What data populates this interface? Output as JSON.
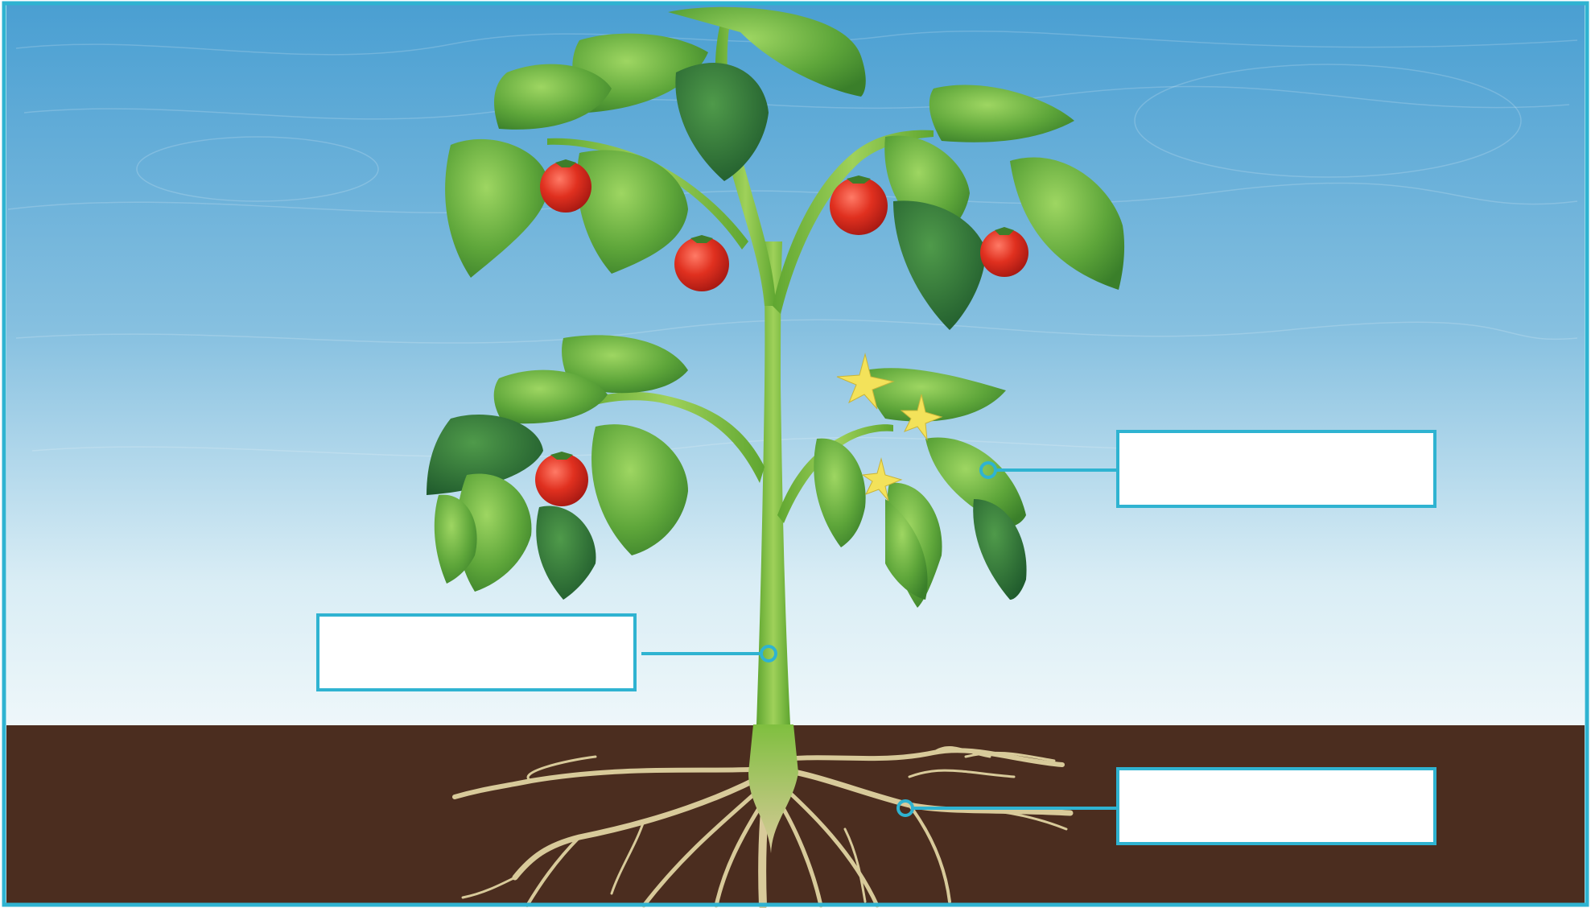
{
  "diagram": {
    "type": "plant-parts-labeling",
    "colors": {
      "frame": "#2fb3d1",
      "sky_top": "#4a9fd2",
      "sky_bottom": "#e8f4f8",
      "soil": "#4b2d1f",
      "stem": "#7fbf3f",
      "leaf": "#4f9c2f",
      "leaf_dark": "#2f6b2a",
      "tomato": "#d8261c",
      "flower": "#f3e25a",
      "root": "#d8ca9a"
    },
    "labels": [
      {
        "id": "stem",
        "text": ""
      },
      {
        "id": "leaf",
        "text": ""
      },
      {
        "id": "root",
        "text": ""
      }
    ]
  }
}
